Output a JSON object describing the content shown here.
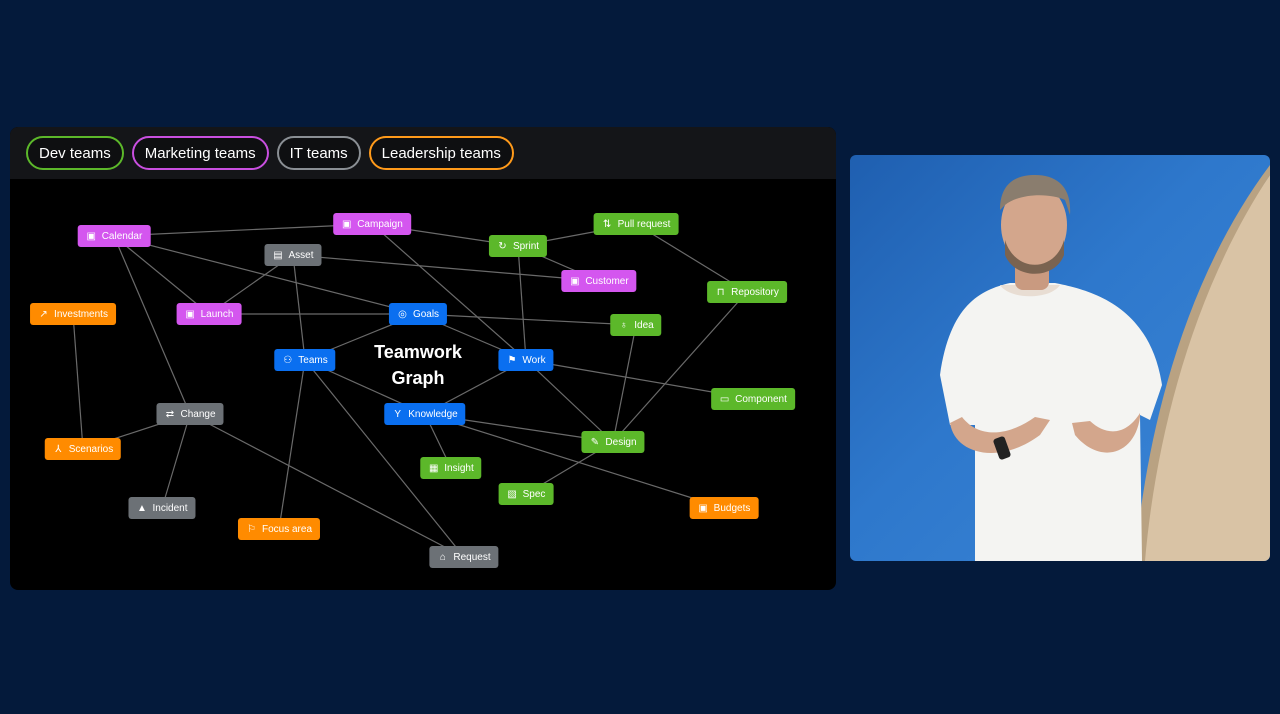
{
  "filters": [
    {
      "id": "dev",
      "label": "Dev teams",
      "color": "#5cb82a"
    },
    {
      "id": "marketing",
      "label": "Marketing teams",
      "color": "#c94fe0"
    },
    {
      "id": "it",
      "label": "IT teams",
      "color": "#8a8f94"
    },
    {
      "id": "leadership",
      "label": "Leadership teams",
      "color": "#ff9a1a"
    }
  ],
  "graph": {
    "title_line1": "Teamwork",
    "title_line2": "Graph",
    "colors": {
      "purple": "#d456ef",
      "grey": "#6c7176",
      "green": "#5cb82a",
      "orange": "#ff8b00",
      "blue": "#0a6ff0",
      "edge": "#6a6a6a"
    },
    "nodes": [
      {
        "id": "calendar",
        "label": "Calendar",
        "color": "purple",
        "icon": "document-icon"
      },
      {
        "id": "campaign",
        "label": "Campaign",
        "color": "purple",
        "icon": "document-icon"
      },
      {
        "id": "asset",
        "label": "Asset",
        "color": "grey",
        "icon": "box-icon"
      },
      {
        "id": "sprint",
        "label": "Sprint",
        "color": "green",
        "icon": "sprint-icon"
      },
      {
        "id": "pullrequest",
        "label": "Pull request",
        "color": "green",
        "icon": "pull-request-icon"
      },
      {
        "id": "customer",
        "label": "Customer",
        "color": "purple",
        "icon": "document-icon"
      },
      {
        "id": "repository",
        "label": "Repository",
        "color": "green",
        "icon": "repository-icon"
      },
      {
        "id": "investments",
        "label": "Investments",
        "color": "orange",
        "icon": "chart-icon"
      },
      {
        "id": "launch",
        "label": "Launch",
        "color": "purple",
        "icon": "document-icon"
      },
      {
        "id": "goals",
        "label": "Goals",
        "color": "blue",
        "icon": "target-icon"
      },
      {
        "id": "idea",
        "label": "Idea",
        "color": "green",
        "icon": "lightbulb-icon"
      },
      {
        "id": "teams",
        "label": "Teams",
        "color": "blue",
        "icon": "people-icon"
      },
      {
        "id": "work",
        "label": "Work",
        "color": "blue",
        "icon": "work-icon"
      },
      {
        "id": "component",
        "label": "Component",
        "color": "green",
        "icon": "component-icon"
      },
      {
        "id": "change",
        "label": "Change",
        "color": "grey",
        "icon": "swap-icon"
      },
      {
        "id": "knowledge",
        "label": "Knowledge",
        "color": "blue",
        "icon": "branch-icon"
      },
      {
        "id": "design",
        "label": "Design",
        "color": "green",
        "icon": "design-icon"
      },
      {
        "id": "scenarios",
        "label": "Scenarios",
        "color": "orange",
        "icon": "hierarchy-icon"
      },
      {
        "id": "insight",
        "label": "Insight",
        "color": "green",
        "icon": "insight-icon"
      },
      {
        "id": "spec",
        "label": "Spec",
        "color": "green",
        "icon": "spec-icon"
      },
      {
        "id": "incident",
        "label": "Incident",
        "color": "grey",
        "icon": "warning-icon"
      },
      {
        "id": "budgets",
        "label": "Budgets",
        "color": "orange",
        "icon": "wallet-icon"
      },
      {
        "id": "focusarea",
        "label": "Focus area",
        "color": "orange",
        "icon": "flag-icon"
      },
      {
        "id": "request",
        "label": "Request",
        "color": "grey",
        "icon": "bell-icon"
      }
    ],
    "edges": [
      [
        "calendar",
        "campaign"
      ],
      [
        "calendar",
        "goals"
      ],
      [
        "calendar",
        "launch"
      ],
      [
        "calendar",
        "change"
      ],
      [
        "campaign",
        "sprint"
      ],
      [
        "campaign",
        "work"
      ],
      [
        "asset",
        "launch"
      ],
      [
        "asset",
        "customer"
      ],
      [
        "asset",
        "teams"
      ],
      [
        "sprint",
        "pullrequest"
      ],
      [
        "sprint",
        "customer"
      ],
      [
        "sprint",
        "work"
      ],
      [
        "pullrequest",
        "repository"
      ],
      [
        "launch",
        "goals"
      ],
      [
        "goals",
        "teams"
      ],
      [
        "goals",
        "idea"
      ],
      [
        "goals",
        "work"
      ],
      [
        "investments",
        "scenarios"
      ],
      [
        "teams",
        "knowledge"
      ],
      [
        "teams",
        "focusarea"
      ],
      [
        "teams",
        "request"
      ],
      [
        "work",
        "knowledge"
      ],
      [
        "work",
        "component"
      ],
      [
        "work",
        "design"
      ],
      [
        "idea",
        "design"
      ],
      [
        "repository",
        "design"
      ],
      [
        "change",
        "scenarios"
      ],
      [
        "change",
        "incident"
      ],
      [
        "change",
        "request"
      ],
      [
        "knowledge",
        "insight"
      ],
      [
        "knowledge",
        "design"
      ],
      [
        "knowledge",
        "budgets"
      ],
      [
        "design",
        "spec"
      ]
    ]
  }
}
